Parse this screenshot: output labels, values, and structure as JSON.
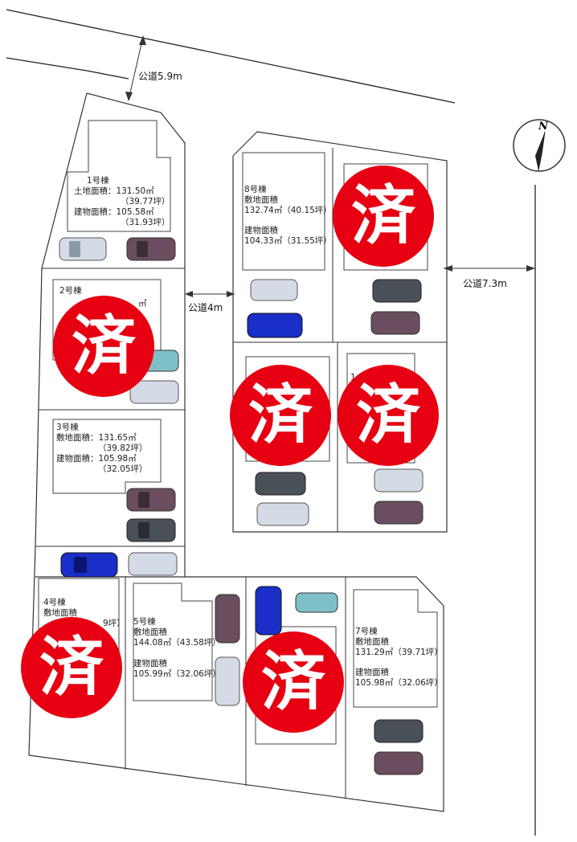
{
  "roads": {
    "north": "公道5.9m",
    "center": "公道4m",
    "east": "公道7.3m"
  },
  "compass": {
    "label": "N"
  },
  "lots": {
    "lot1": {
      "name": "1号棟",
      "land_area_label": "土地面積：131.50㎡",
      "land_tsubo": "（39.77坪）",
      "building_area_label": "建物面積：105.58㎡",
      "building_tsubo": "（31.93坪）"
    },
    "lot2": {
      "name": "2号棟",
      "partial_text": "㎡"
    },
    "lot3": {
      "name": "3号棟",
      "land_area_label": "敷地面積：131.65㎡",
      "land_tsubo": "（39.82坪）",
      "building_area_label": "建物面積：105.98㎡",
      "building_tsubo": "（32.05坪）"
    },
    "lot4": {
      "name": "4号棟",
      "partial_text": "敷地面積",
      "partial_tsubo": "9坪）"
    },
    "lot5": {
      "name": "5号棟",
      "land_area_heading": "敷地面積",
      "land_area": "144.08㎡（43.58坪）",
      "building_area_heading": "建物面積",
      "building_area": "105.99㎡（32.06坪）"
    },
    "lot7": {
      "name": "7号棟",
      "land_area_heading": "敷地面積",
      "land_area": "131.29㎡（39.71坪）",
      "building_area_heading": "建物面積",
      "building_area": "105.98㎡（32.06坪）"
    },
    "lot8": {
      "name": "8号棟",
      "land_area_heading": "敷地面積",
      "land_area": "132.74㎡（40.15坪）",
      "building_area_heading": "建物面積",
      "building_area": "104.33㎡（31.55坪）"
    },
    "lot11": {
      "name": "1"
    }
  },
  "sold_mark": "済",
  "colors": {
    "sold": "#e60012",
    "car_white": "#d5dbe6",
    "car_plum": "#6a4d5e",
    "car_gray": "#4a5058",
    "car_blue": "#1a2fc8",
    "car_teal": "#7fc0c8"
  }
}
